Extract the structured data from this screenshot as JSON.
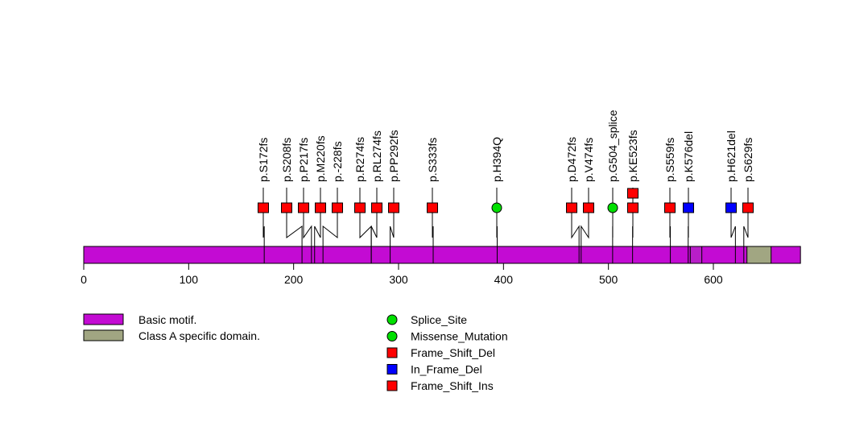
{
  "chart_data": {
    "type": "lollipop",
    "protein_length": 683,
    "xlim": [
      0,
      683
    ],
    "x_ticks": [
      0,
      100,
      200,
      300,
      400,
      500,
      600
    ],
    "domains": [
      {
        "name": "Basic motif.",
        "start": 1,
        "end": 683,
        "color": "#c30bd3"
      },
      {
        "name": "Basic motif.",
        "start": 578,
        "end": 589,
        "color": "#b81ec8"
      },
      {
        "name": "Class A specific domain.",
        "start": 632,
        "end": 655,
        "color": "#a1a682"
      }
    ],
    "mutations": [
      {
        "label": "p.S172fs",
        "pos": 172,
        "type": "Frame_Shift_Del",
        "count": 1
      },
      {
        "label": "p.S208fs",
        "pos": 208,
        "type": "Frame_Shift_Del",
        "count": 1
      },
      {
        "label": "p.P217fs",
        "pos": 217,
        "type": "Frame_Shift_Del",
        "count": 1
      },
      {
        "label": "p.M220fs",
        "pos": 220,
        "type": "Frame_Shift_Del",
        "count": 1
      },
      {
        "label": "p.-228fs",
        "pos": 228,
        "type": "Frame_Shift_Del",
        "count": 1
      },
      {
        "label": "p.R274fs",
        "pos": 274,
        "type": "Frame_Shift_Del",
        "count": 1
      },
      {
        "label": "p.RL274fs",
        "pos": 274,
        "type": "Frame_Shift_Del",
        "count": 1
      },
      {
        "label": "p.PP292fs",
        "pos": 292,
        "type": "Frame_Shift_Del",
        "count": 1
      },
      {
        "label": "p.S333fs",
        "pos": 333,
        "type": "Frame_Shift_Del",
        "count": 1
      },
      {
        "label": "p.H394Q",
        "pos": 394,
        "type": "Missense_Mutation",
        "count": 1
      },
      {
        "label": "p.D472fs",
        "pos": 472,
        "type": "Frame_Shift_Del",
        "count": 1
      },
      {
        "label": "p.V474fs",
        "pos": 474,
        "type": "Frame_Shift_Del",
        "count": 1
      },
      {
        "label": "p.G504_splice",
        "pos": 504,
        "type": "Splice_Site",
        "count": 1
      },
      {
        "label": "p.KE523fs",
        "pos": 523,
        "type": "Frame_Shift_Del",
        "count": 2
      },
      {
        "label": "p.S559fs",
        "pos": 559,
        "type": "Frame_Shift_Del",
        "count": 1
      },
      {
        "label": "p.K576del",
        "pos": 576,
        "type": "In_Frame_Del",
        "count": 1
      },
      {
        "label": "p.H621del",
        "pos": 621,
        "type": "In_Frame_Del",
        "count": 1
      },
      {
        "label": "p.S629fs",
        "pos": 629,
        "type": "Frame_Shift_Del",
        "count": 1
      }
    ],
    "legend_domains": [
      {
        "label": "Basic motif.",
        "color": "#c30bd3"
      },
      {
        "label": "Class A specific domain.",
        "color": "#a1a682"
      }
    ],
    "legend_mutations": [
      {
        "label": "Splice_Site",
        "shape": "circle",
        "color": "#00e000"
      },
      {
        "label": "Missense_Mutation",
        "shape": "circle",
        "color": "#00e000"
      },
      {
        "label": "Frame_Shift_Del",
        "shape": "square",
        "color": "#ff0000"
      },
      {
        "label": "In_Frame_Del",
        "shape": "square",
        "color": "#0000ff"
      },
      {
        "label": "Frame_Shift_Ins",
        "shape": "square",
        "color": "#ff0000"
      }
    ],
    "type_colors": {
      "Frame_Shift_Del": "#ff0000",
      "In_Frame_Del": "#0000ff",
      "Missense_Mutation": "#00e000",
      "Splice_Site": "#00e000"
    }
  }
}
